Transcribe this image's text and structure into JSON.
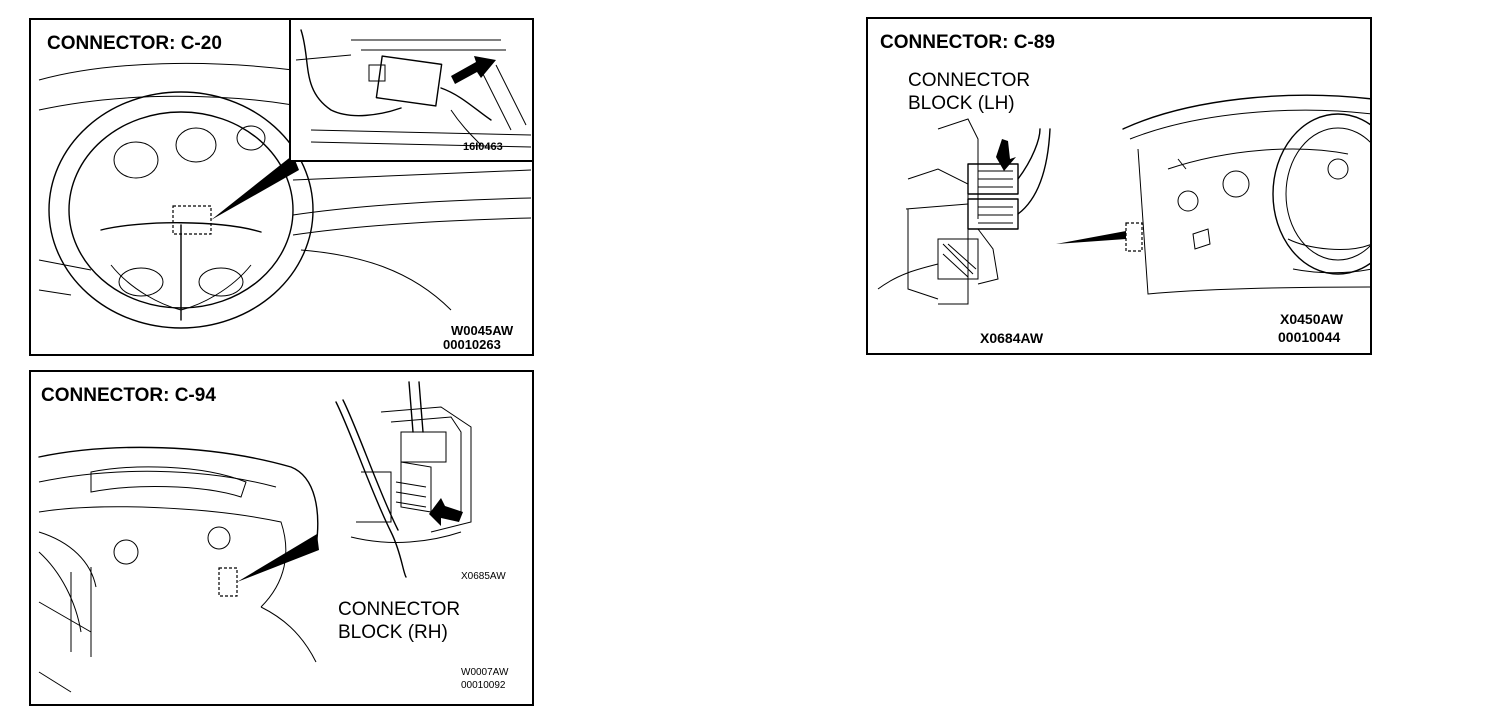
{
  "panels": {
    "c20": {
      "title": "CONNECTOR:  C-20",
      "inset_code": "16I0463",
      "code1": "W0045AW",
      "code2": "00010263"
    },
    "c89": {
      "title": "CONNECTOR:  C-89",
      "block_label_line1": "CONNECTOR",
      "block_label_line2": "BLOCK (LH)",
      "code_left": "X0684AW",
      "code1": "X0450AW",
      "code2": "00010044"
    },
    "c94": {
      "title": "CONNECTOR:  C-94",
      "inset_code": "X0685AW",
      "block_label_line1": "CONNECTOR",
      "block_label_line2": "BLOCK (RH)",
      "code1": "W0007AW",
      "code2": "00010092"
    }
  }
}
